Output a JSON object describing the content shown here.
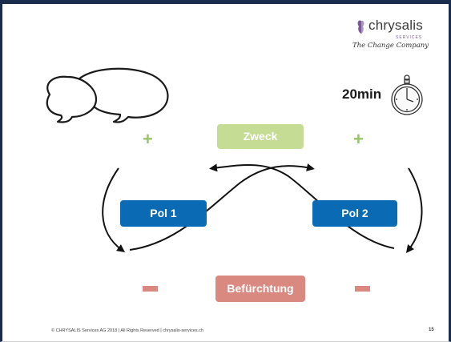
{
  "logo": {
    "brand": "chrysalis",
    "sub": "SERVICES",
    "tagline": "The Change Company"
  },
  "timer": {
    "label": "20min"
  },
  "boxes": {
    "zweck": "Zweck",
    "befuerchtung": "Befürchtung",
    "pol1": "Pol 1",
    "pol2": "Pol 2"
  },
  "signs": {
    "plus": "+",
    "minus": ""
  },
  "footer": {
    "copyright": "© CHRYSALIS Services AG 2018  |  All Rights Reserved  |  chrysalis-services.ch",
    "page": "15"
  },
  "colors": {
    "frame": "#1b2d4f",
    "positive": "#c4dc94",
    "negative": "#d9897f",
    "pole": "#0a6ab4"
  }
}
